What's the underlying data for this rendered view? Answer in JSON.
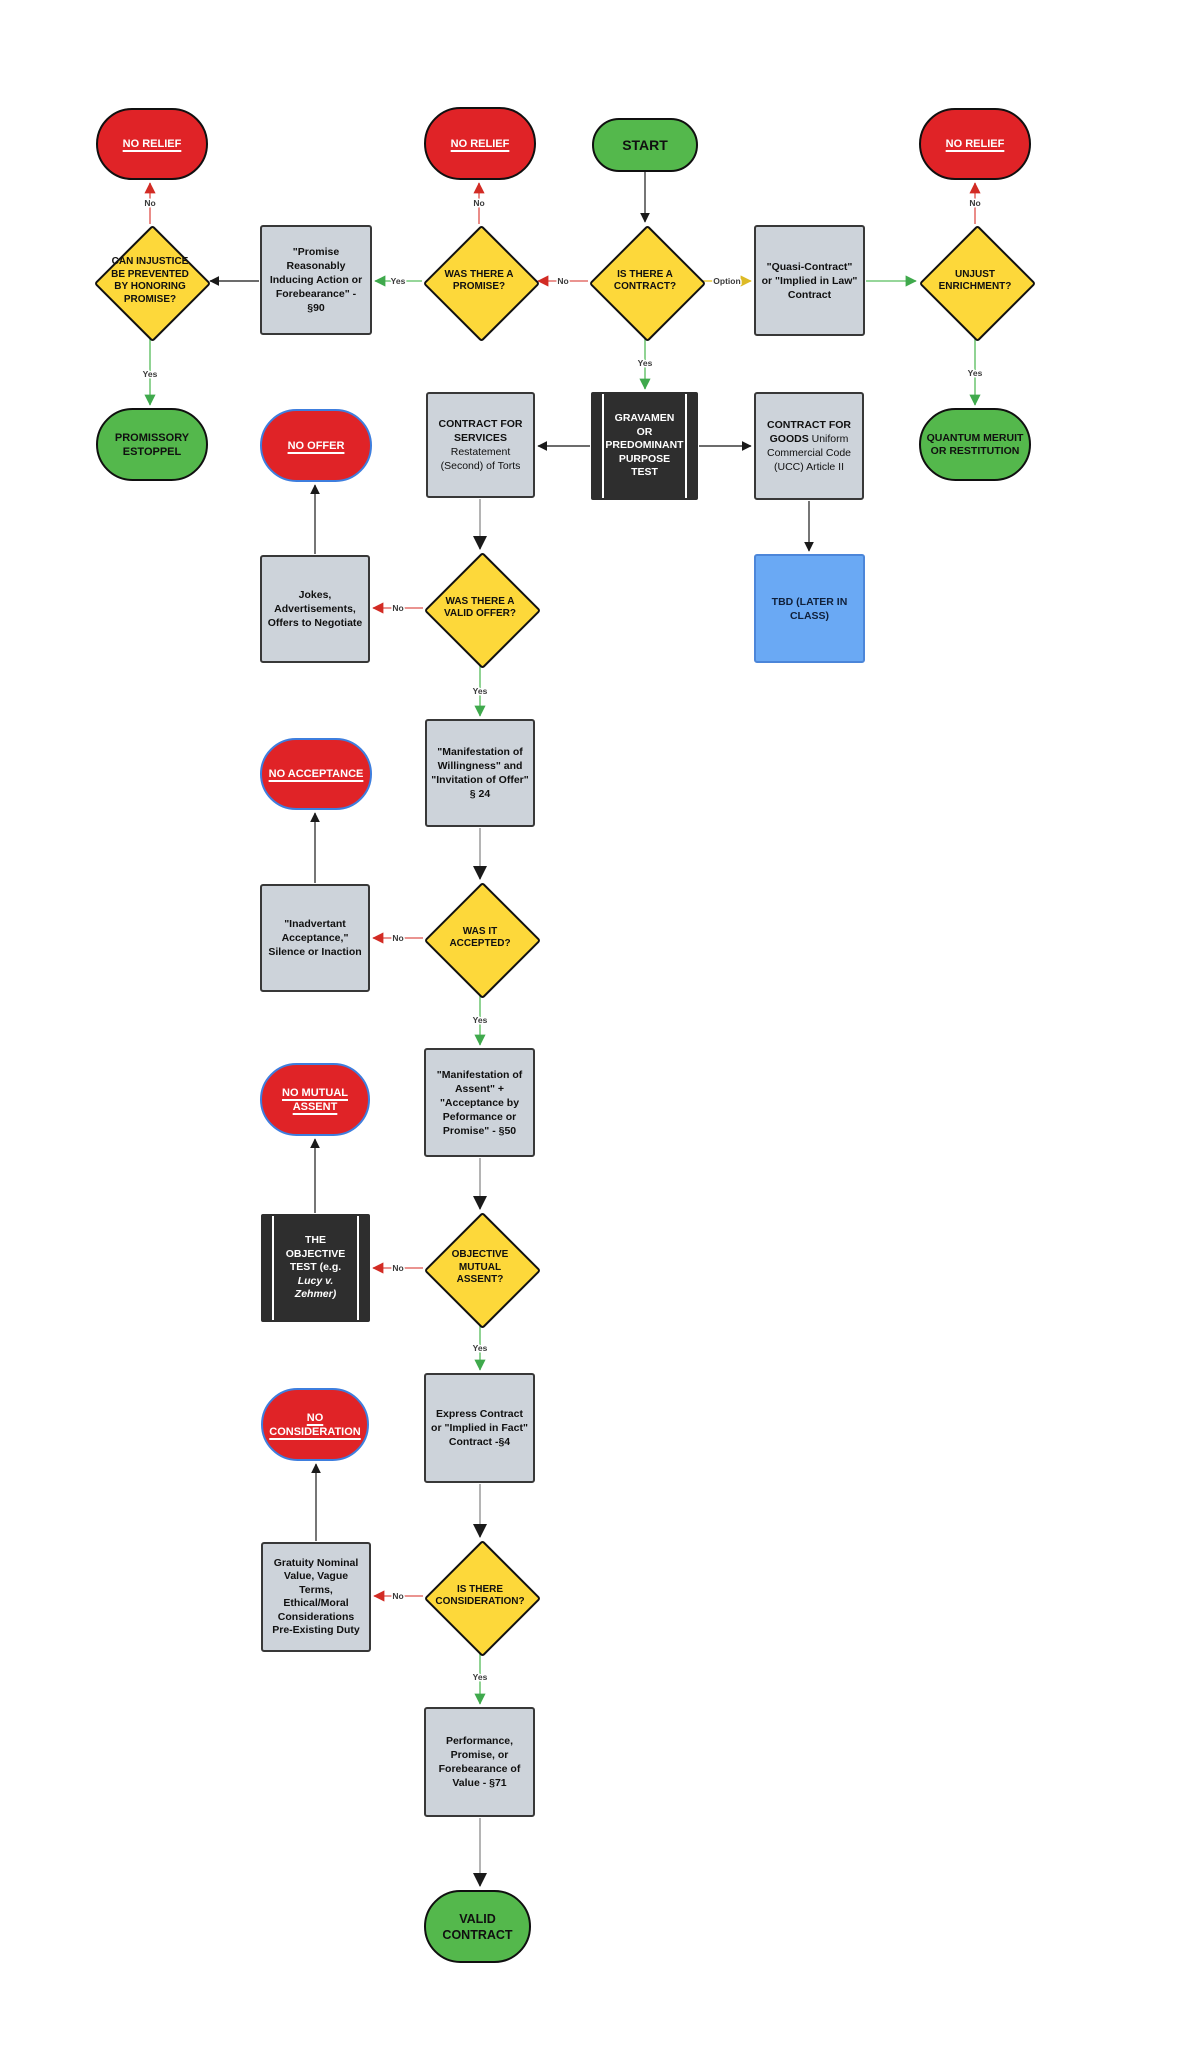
{
  "diagram": {
    "labels": {
      "yes": "Yes",
      "no": "No",
      "option": "Option"
    },
    "colors": {
      "terminal_red": "#e02327",
      "terminal_green": "#54b84c",
      "decision_yellow": "#fdd83a",
      "process_gray": "#cdd3da",
      "process_black": "#2e2e2e",
      "process_blue": "#6aa9f4",
      "ring_blue": "#3e7ede",
      "edge_red": "#e4706b",
      "edge_green": "#74c878",
      "edge_yellow": "#eccc3a",
      "edge_dark": "#3c3c3c"
    },
    "nodes": {
      "no_relief": "NO RELIEF",
      "start": "START",
      "injustice": "CAN INJUSTICE BE PREVENTED BY HONORING PROMISE?",
      "box90": "\"Promise Reasonably Inducing Action or Forebearance\" - §90",
      "promise": "WAS THERE A PROMISE?",
      "contract": "IS THERE A CONTRACT?",
      "quasi": "\"Quasi-Contract\" or \"Implied in Law\" Contract",
      "unjust": "UNJUST ENRICHMENT?",
      "promissory": "PROMISSORY ESTOPPEL",
      "no_offer": "NO OFFER",
      "services_title": "CONTRACT FOR SERVICES",
      "services_body": "Restatement (Second) of Torts",
      "gravamen": "GRAVAMEN OR PREDOMINANT PURPOSE TEST",
      "goods_title": "CONTRACT FOR GOODS",
      "goods_body": "Uniform Commercial Code (UCC) Article II",
      "quantum": "QUANTUM MERUIT OR RESTITUTION",
      "jokes": "Jokes, Advertisements, Offers to Negotiate",
      "valid_offer": "WAS THERE A VALID OFFER?",
      "tbd": "TBD (LATER IN CLASS)",
      "no_acceptance": "NO ACCEPTANCE",
      "manifest_willingness": "\"Manifestation of Willingness\" and \"Invitation of Offer\" § 24",
      "inadvertant": "\"Inadvertant Acceptance,\" Silence or Inaction",
      "accepted": "WAS IT ACCEPTED?",
      "no_mutual": "NO MUTUAL ASSENT",
      "manifest_assent": "\"Manifestation of Assent\" + \"Acceptance by Peformance or Promise\" - §50",
      "objective_test_title": "THE OBJECTIVE TEST (e.g.",
      "objective_test_case": "Lucy v. Zehmer)",
      "objective": "OBJECTIVE MUTUAL ASSENT?",
      "no_consideration": "NO CONSIDERATION",
      "express": "Express Contract or \"Implied in Fact\" Contract -§4",
      "gratuity": "Gratuity Nominal Value, Vague Terms, Ethical/Moral Considerations Pre-Existing Duty",
      "consideration": "IS THERE CONSIDERATION?",
      "performance": "Performance, Promise, or Forebearance of Value - §71",
      "valid_contract": "VALID CONTRACT"
    }
  }
}
